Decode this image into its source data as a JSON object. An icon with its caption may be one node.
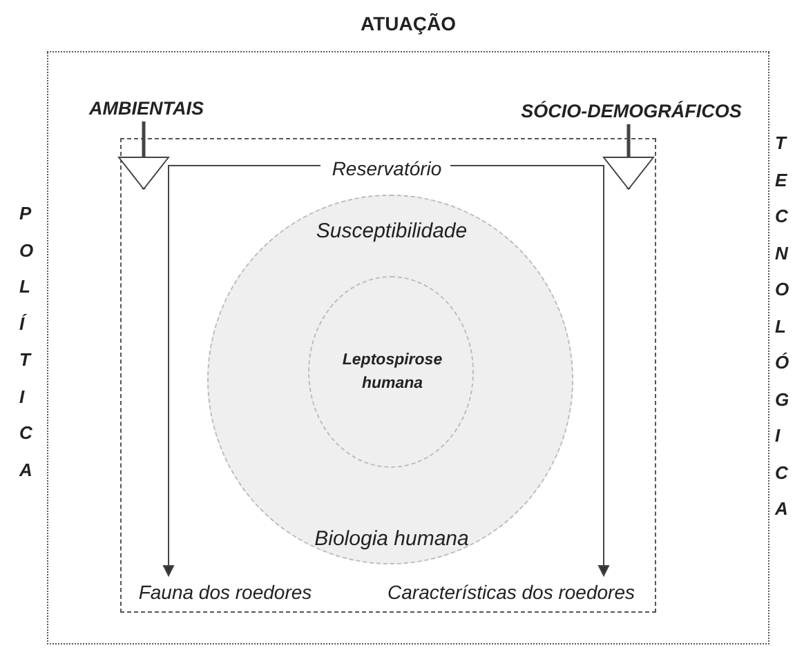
{
  "diagram": {
    "nodes": [
      {
        "text": [
          "ATUAÇÃO"
        ]
      },
      {
        "text": [
          "AMBIENTAIS"
        ],
        "in": 0
      },
      {
        "text": [
          "SÓCIO-DEMOGRÁFICOS"
        ],
        "in": 0
      },
      {
        "text": [],
        "shape": "box",
        "in": 0
      },
      {
        "text": [
          "Reservatório"
        ],
        "in": 3
      },
      {
        "text": [
          "Susceptibilidade",
          "Biologia humana"
        ],
        "in": 3
      },
      {
        "text": [
          "Leptospirose humana"
        ],
        "in": 5
      },
      {
        "text": [
          "Fauna dos roedores"
        ],
        "in": 3
      },
      {
        "text": [
          "Características dos roedores"
        ],
        "in": 3
      }
    ],
    "edges": [
      {
        "from": 1,
        "to": 3,
        "arrow": "to",
        "style": "thick"
      },
      {
        "from": 2,
        "to": 3,
        "arrow": "to",
        "style": "thick"
      },
      {
        "from": 4,
        "to": 7,
        "arrow": "to"
      },
      {
        "from": 4,
        "to": 8,
        "arrow": "to"
      }
    ],
    "labels": [
      "POLÍTICA",
      "TECNOLÓGICA"
    ]
  }
}
